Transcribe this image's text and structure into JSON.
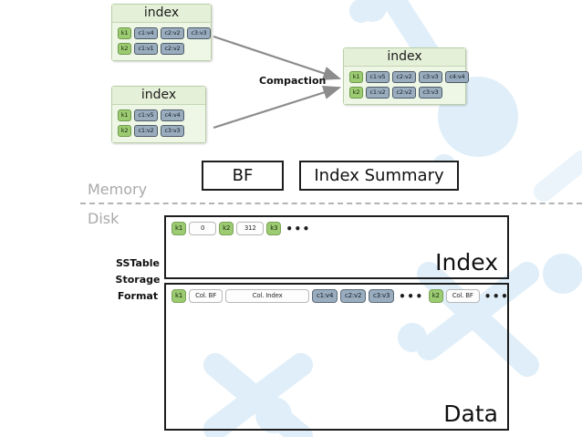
{
  "memtables": [
    {
      "title": "index",
      "rows": [
        {
          "key": "k1",
          "values": [
            "c1:v4",
            "c2:v2",
            "c3:v3"
          ]
        },
        {
          "key": "k2",
          "values": [
            "c1:v1",
            "c2:v2"
          ]
        }
      ]
    },
    {
      "title": "index",
      "rows": [
        {
          "key": "k1",
          "values": [
            "c1:v5",
            "c4:v4"
          ]
        },
        {
          "key": "k2",
          "values": [
            "c1:v2",
            "c3:v3"
          ]
        }
      ]
    }
  ],
  "merged": {
    "title": "index",
    "rows": [
      {
        "key": "k1",
        "values": [
          "c1:v5",
          "c2:v2",
          "c3:v3",
          "c4:v4"
        ]
      },
      {
        "key": "k2",
        "values": [
          "c1:v2",
          "c2:v2",
          "c3:v3"
        ]
      }
    ]
  },
  "compaction_label": "Compaction",
  "memory_structures": {
    "bloom_filter": "BF",
    "index_summary": "Index Summary"
  },
  "tiers": {
    "memory": "Memory",
    "disk": "Disk"
  },
  "sstable_label": {
    "line1": "SSTable",
    "line2": "Storage",
    "line3": "Format"
  },
  "index_section": {
    "title": "Index",
    "entries": [
      {
        "text": "k1",
        "kind": "key"
      },
      {
        "text": "0",
        "kind": "white"
      },
      {
        "text": "k2",
        "kind": "key"
      },
      {
        "text": "312",
        "kind": "white"
      },
      {
        "text": "k3",
        "kind": "key"
      },
      {
        "text": "•••",
        "kind": "ellipsis"
      }
    ]
  },
  "data_section": {
    "title": "Data",
    "entries": [
      {
        "text": "k1",
        "kind": "key"
      },
      {
        "text": "Col. BF",
        "kind": "white"
      },
      {
        "text": "Col. Index",
        "kind": "white-wide"
      },
      {
        "text": "c1:v4",
        "kind": "blue"
      },
      {
        "text": "c2:v2",
        "kind": "blue"
      },
      {
        "text": "c3:v3",
        "kind": "blue"
      },
      {
        "text": "•••",
        "kind": "ellipsis"
      },
      {
        "text": "k2",
        "kind": "key"
      },
      {
        "text": "Col. BF",
        "kind": "white"
      },
      {
        "text": "•••",
        "kind": "ellipsis"
      }
    ]
  },
  "colors": {
    "key_chip": "#9ccb72",
    "value_chip": "#9aadbf",
    "index_box_bg": "#eef6e6",
    "tier_label": "#a9a9a9",
    "arrow": "#8c8c8c",
    "watermark": "#dceaf5"
  }
}
